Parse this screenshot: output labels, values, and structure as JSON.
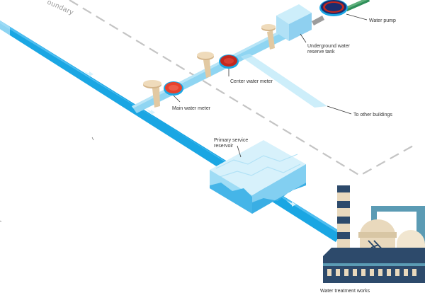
{
  "colors": {
    "pipe_main": "#1aa6e3",
    "pipe_light": "#8fd5f2",
    "meter_red": "#e8412c",
    "meter_dark_red": "#c4281e",
    "pump_navy": "#1c2d6e",
    "reservoir_water": "#6fc8ee",
    "tank_blue": "#8fd0f0",
    "factory_navy": "#2d4a6b",
    "factory_beige": "#e9d9bd",
    "factory_teal": "#5b9bb4",
    "boundary_gray": "#c4c4c4",
    "valve_tan": "#e2c9a2"
  },
  "icons": [
    "valve-icon",
    "meter-icon",
    "pump-icon",
    "tank-icon",
    "reservoir-icon",
    "factory-icon"
  ],
  "labels": {
    "boundary": "oundary",
    "water_pump": "Water pump",
    "underground_tank_line1": "Underground water",
    "underground_tank_line2": "reserve tank",
    "center_meter": "Center water meter",
    "main_meter": "Main water meter",
    "other_buildings": "To other buildings",
    "reservoir_line1": "Primary service",
    "reservoir_line2": "reservoir",
    "treatment_works": "Water treatment works"
  }
}
